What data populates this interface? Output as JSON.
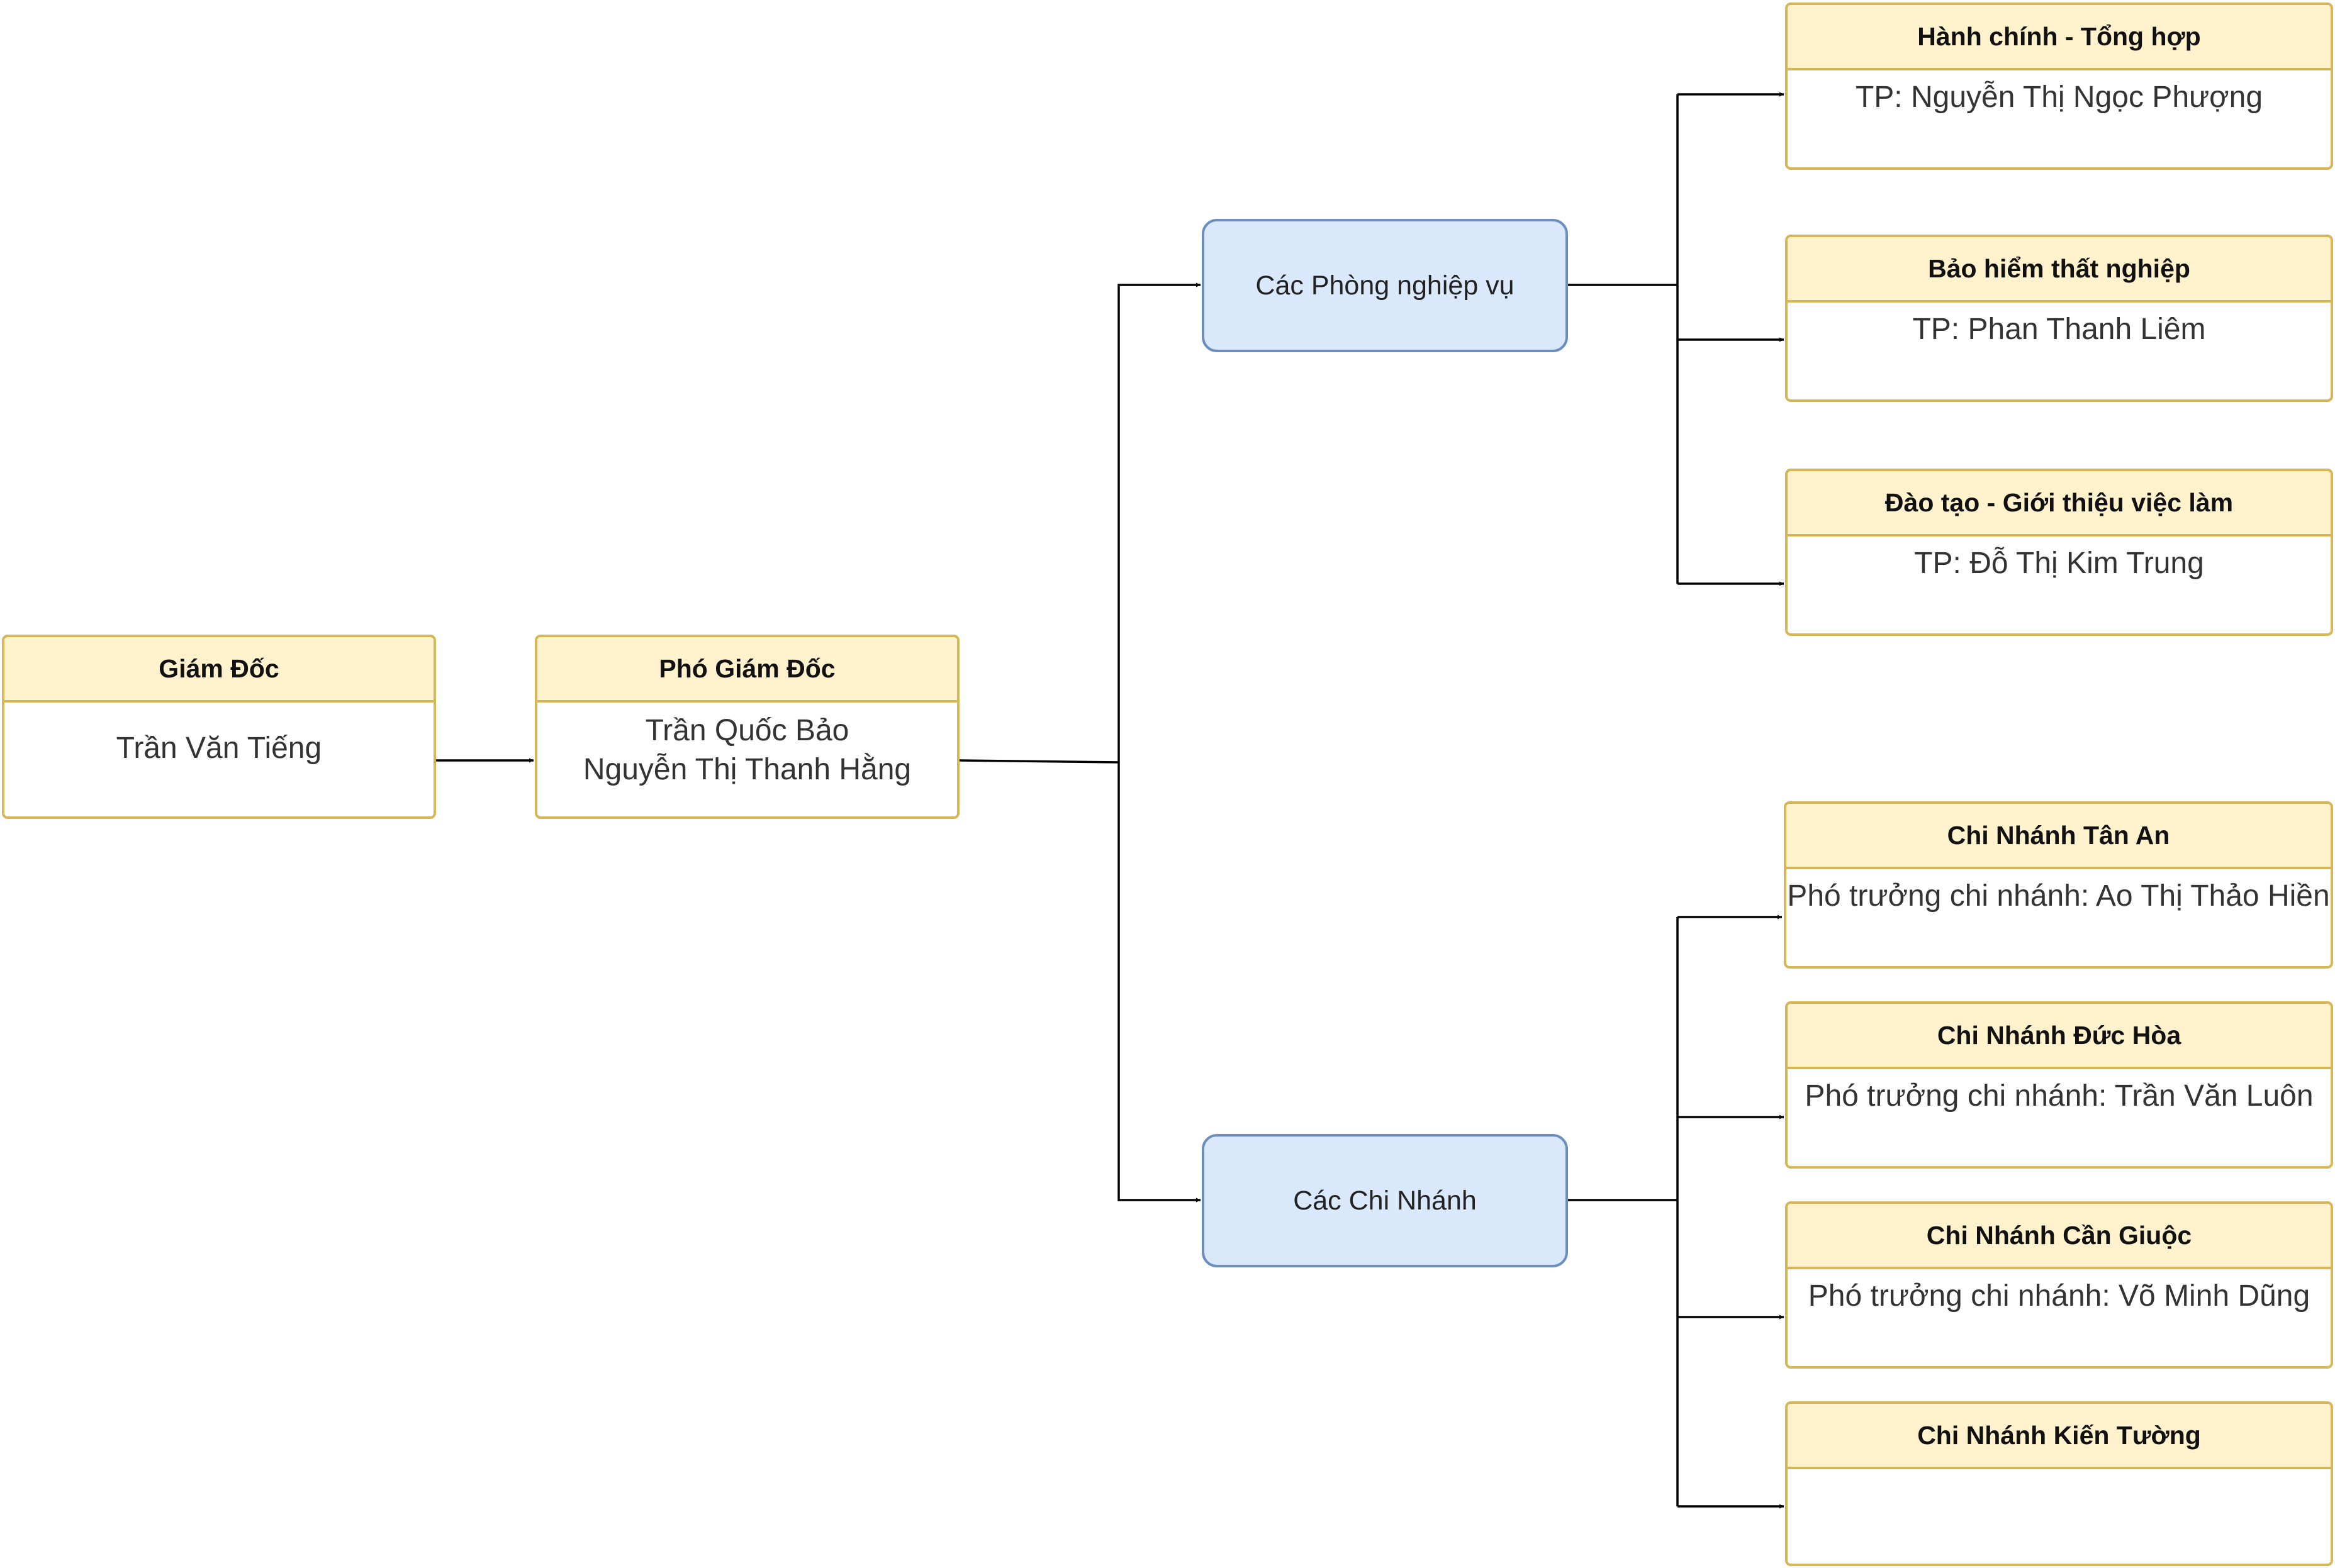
{
  "director": {
    "title": "Giám Đốc",
    "name": "Trần Văn Tiếng"
  },
  "deputy": {
    "title": "Phó Giám Đốc",
    "names": [
      "Trần Quốc Bảo",
      "Nguyễn Thị Thanh Hằng"
    ]
  },
  "groups": {
    "departments": "Các Phòng nghiệp vụ",
    "branches": "Các Chi Nhánh"
  },
  "departments": [
    {
      "title": "Hành chính - Tổng hợp",
      "body": "TP: Nguyễn Thị Ngọc Phượng"
    },
    {
      "title": "Bảo hiểm thất nghiệp",
      "body": "TP: Phan Thanh Liêm"
    },
    {
      "title": "Đào tạo - Giới thiệu việc làm",
      "body": "TP: Đỗ Thị Kim Trung"
    }
  ],
  "branches": [
    {
      "title": "Chi Nhánh Tân An",
      "body": "Phó trưởng chi nhánh: Ao Thị Thảo Hiền"
    },
    {
      "title": "Chi Nhánh Đức Hòa",
      "body": "Phó trưởng chi nhánh: Trần Văn Luôn"
    },
    {
      "title": "Chi Nhánh Cần Giuộc",
      "body": "Phó trưởng chi nhánh: Võ Minh Dũng"
    },
    {
      "title": "Chi Nhánh Kiến Tường",
      "body": ""
    }
  ],
  "colors": {
    "card_border": "#d6b656",
    "card_header": "#fff2cc",
    "group_fill": "#dae8fc",
    "group_border": "#6c8ebf",
    "connector": "#000000"
  }
}
